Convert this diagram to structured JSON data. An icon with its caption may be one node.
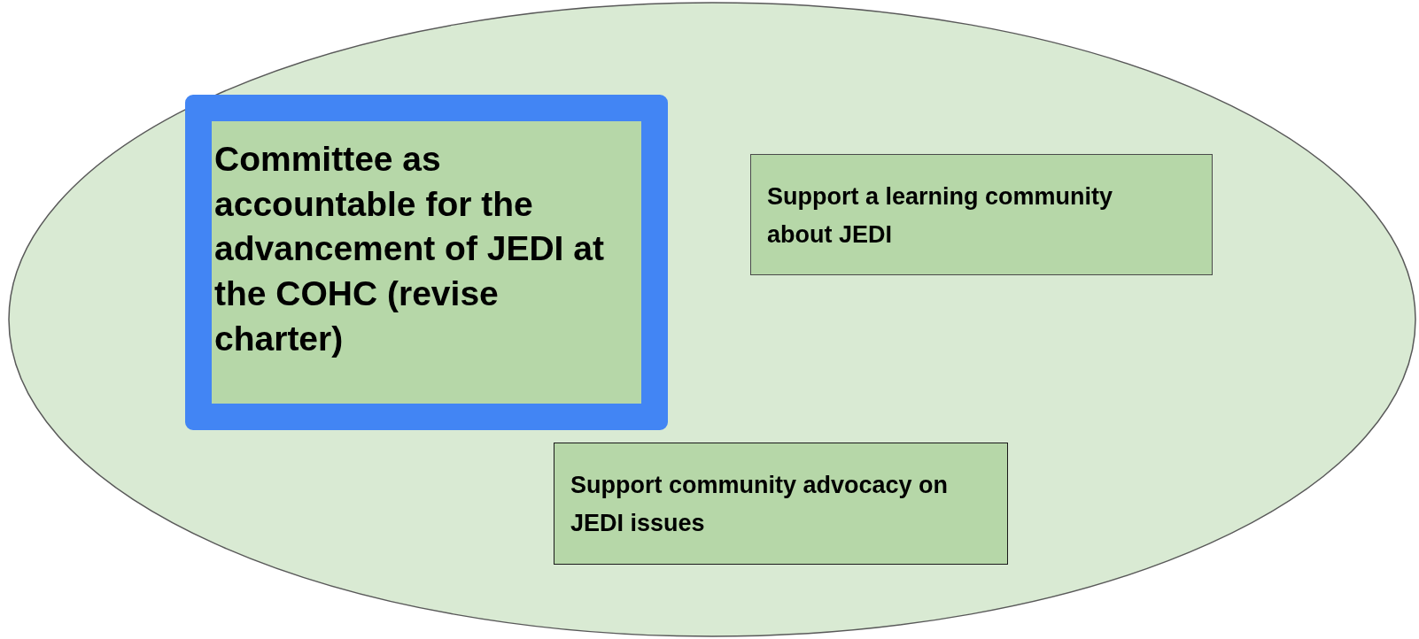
{
  "diagram": {
    "nodes": [
      {
        "text": [],
        "shape": "ellipse"
      },
      {
        "text": [
          "Committee as accountable for the advancement of JEDI at the COHC (revise charter)"
        ],
        "in": 0
      },
      {
        "text": [
          "Support a learning community about JEDI"
        ],
        "in": 0
      },
      {
        "text": [
          "Support community advocacy on JEDI issues"
        ],
        "in": 0
      }
    ]
  }
}
